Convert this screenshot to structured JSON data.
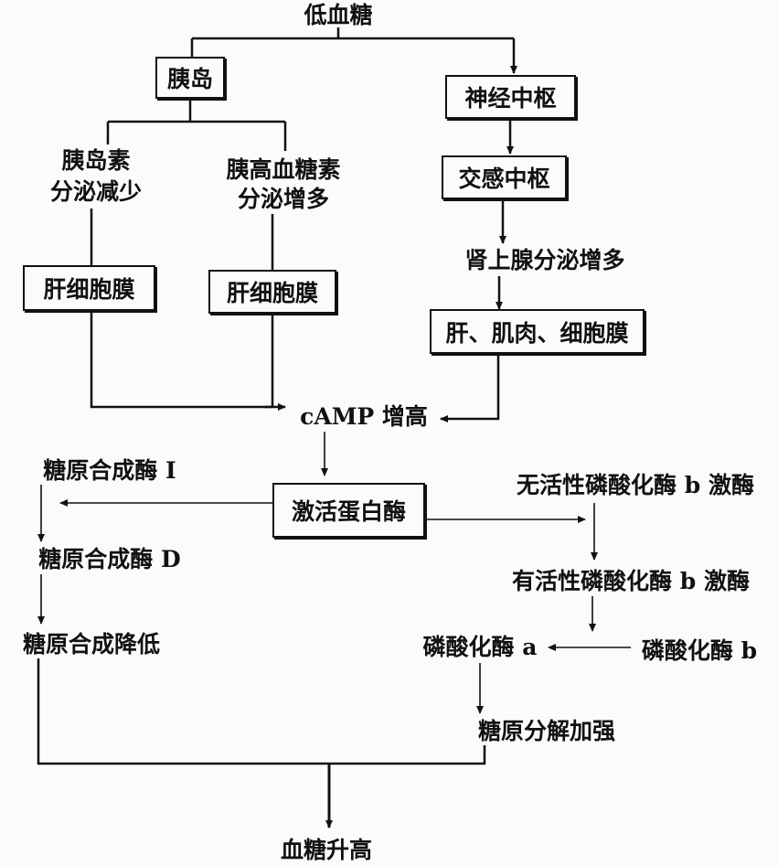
{
  "title": "低血糖",
  "nodes": {
    "islet": "胰岛",
    "nerve_center": "神经中枢",
    "insulin_1": "胰岛素",
    "insulin_2": "分泌减少",
    "glucagon_1": "胰高血糖素",
    "glucagon_2": "分泌增多",
    "sympathetic": "交感中枢",
    "adrenal": "肾上腺分泌增多",
    "liver_membrane_1": "肝细胞膜",
    "liver_membrane_2": "肝细胞膜",
    "liver_muscle_membrane": "肝、肌肉、细胞膜",
    "camp": "cAMP 增高",
    "protein_kinase": "激活蛋白酶",
    "gs_i": "糖原合成酶 I",
    "gs_d": "糖原合成酶 D",
    "gs_down": "糖原合成降低",
    "inactive_kinase": "无活性磷酸化酶 b 激酶",
    "active_kinase": "有活性磷酸化酶 b 激酶",
    "phos_a": "磷酸化酶 a",
    "phos_b": "磷酸化酶 b",
    "glycogenolysis": "糖原分解加强",
    "result": "血糖升高"
  }
}
